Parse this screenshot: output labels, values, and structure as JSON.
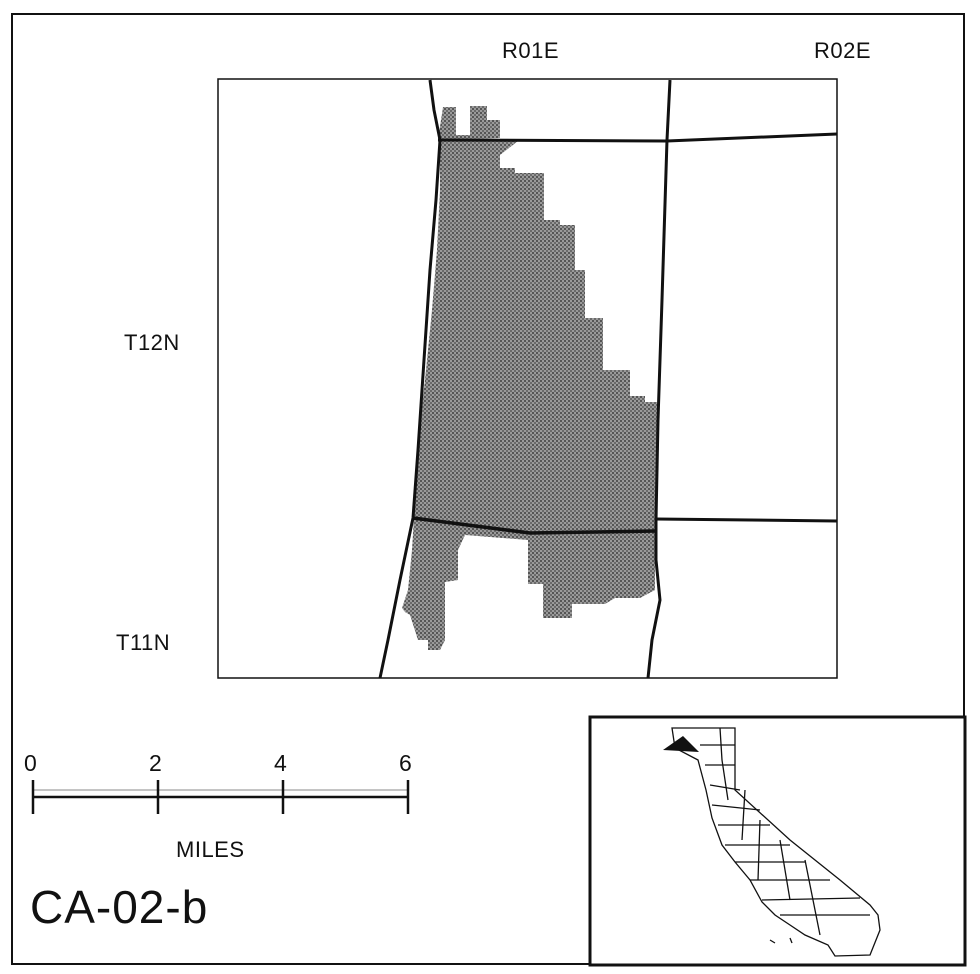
{
  "map": {
    "range_labels": [
      "R01E",
      "R02E"
    ],
    "township_labels": [
      "T12N",
      "T11N"
    ],
    "shaded_area": "stippled",
    "colors": {
      "line": "#111111",
      "shade": "#8a8a8a",
      "background": "#ffffff"
    }
  },
  "scale_bar": {
    "ticks": [
      "0",
      "2",
      "4",
      "6"
    ],
    "unit": "MILES"
  },
  "map_id": "CA-02-b",
  "inset": {
    "region": "California",
    "marker": "black-triangle"
  }
}
